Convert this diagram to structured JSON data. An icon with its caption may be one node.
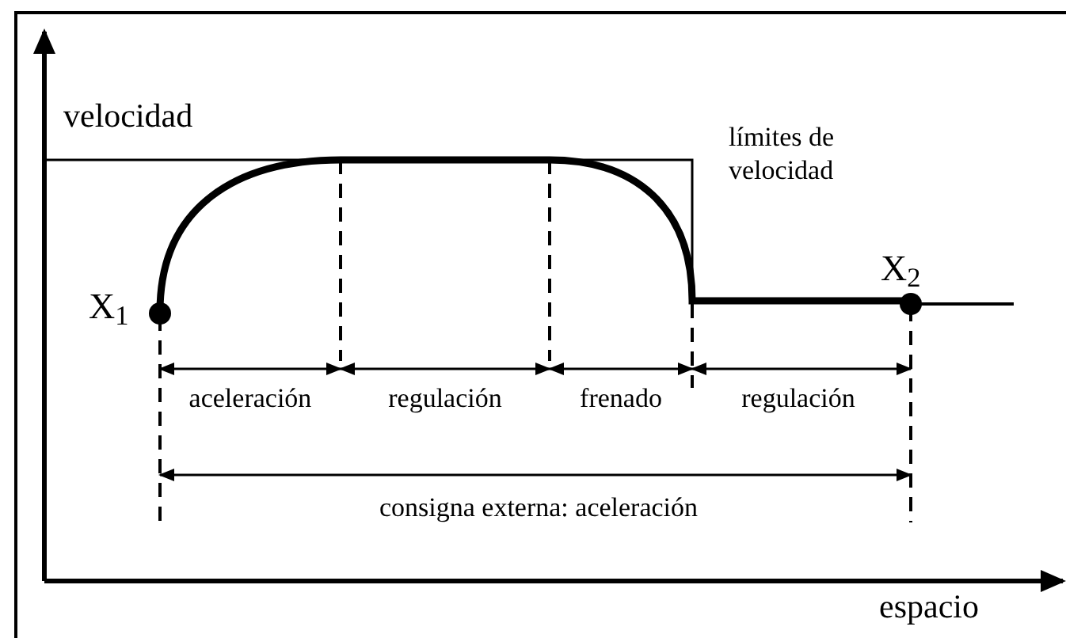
{
  "diagram": {
    "labels": [
      "velocidad",
      "límites de velocidad",
      "X$_{1}$",
      "X$_{2}$",
      "aceleración",
      "regulación",
      "frenado",
      "regulación",
      "consigna externa: aceleración",
      "espacio"
    ]
  }
}
